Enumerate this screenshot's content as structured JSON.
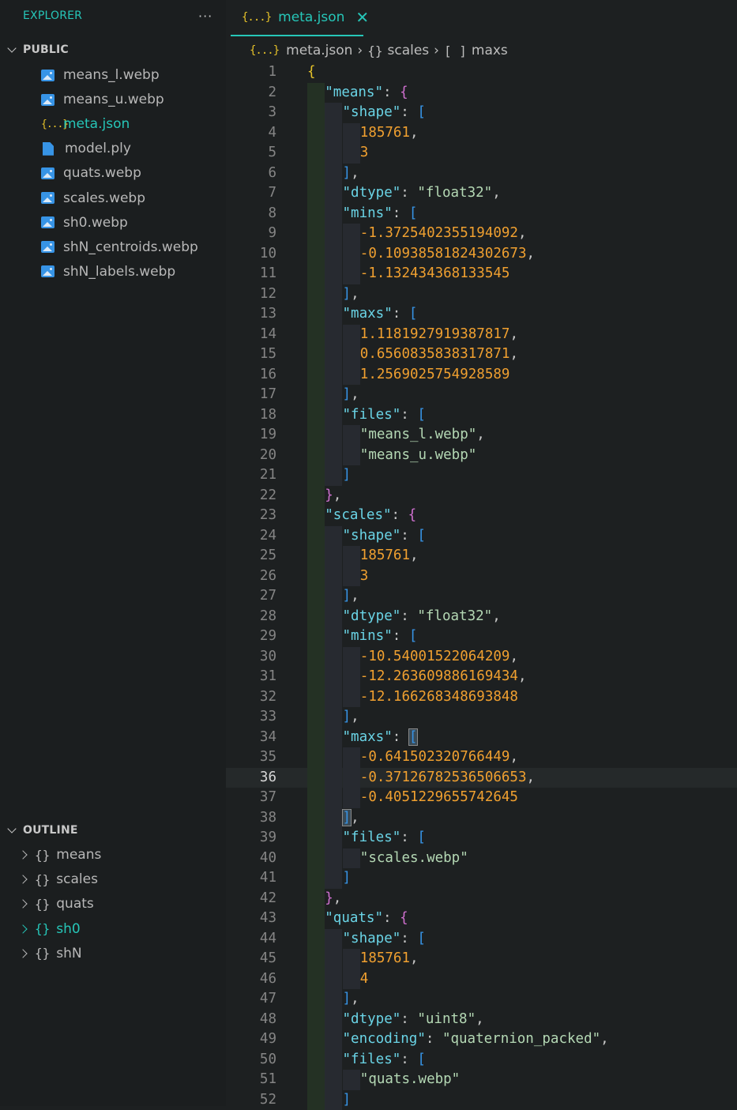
{
  "sidebar": {
    "title": "EXPLORER",
    "more": "···",
    "folder": "PUBLIC",
    "files": [
      {
        "name": "means_l.webp",
        "icon": "image-icon"
      },
      {
        "name": "means_u.webp",
        "icon": "image-icon"
      },
      {
        "name": "meta.json",
        "icon": "json-icon",
        "active": true
      },
      {
        "name": "model.ply",
        "icon": "file-icon"
      },
      {
        "name": "quats.webp",
        "icon": "image-icon"
      },
      {
        "name": "scales.webp",
        "icon": "image-icon"
      },
      {
        "name": "sh0.webp",
        "icon": "image-icon"
      },
      {
        "name": "shN_centroids.webp",
        "icon": "image-icon"
      },
      {
        "name": "shN_labels.webp",
        "icon": "image-icon"
      }
    ],
    "outline_title": "OUTLINE",
    "outline": [
      {
        "name": "means"
      },
      {
        "name": "scales"
      },
      {
        "name": "quats"
      },
      {
        "name": "sh0",
        "active": true
      },
      {
        "name": "shN"
      }
    ]
  },
  "tab": {
    "label": "meta.json",
    "close": "✕"
  },
  "breadcrumb": {
    "file": "meta.json",
    "sym1": "{}",
    "item1": "scales",
    "sym2": "[ ]",
    "item2": "maxs"
  },
  "editor": {
    "current_line": 36,
    "lines": [
      [
        [
          "{",
          "b1"
        ]
      ],
      [
        [
          "\"means\"",
          "key"
        ],
        [
          ": ",
          "p"
        ],
        [
          "{",
          "b2"
        ]
      ],
      [
        [
          "\"shape\"",
          "key"
        ],
        [
          ": ",
          "p"
        ],
        [
          "[",
          "b3"
        ]
      ],
      [
        [
          "185761",
          "num"
        ],
        [
          ",",
          "p"
        ]
      ],
      [
        [
          "3",
          "num"
        ]
      ],
      [
        [
          "]",
          "b3"
        ],
        [
          ",",
          "p"
        ]
      ],
      [
        [
          "\"dtype\"",
          "key"
        ],
        [
          ": ",
          "p"
        ],
        [
          "\"float32\"",
          "str"
        ],
        [
          ",",
          "p"
        ]
      ],
      [
        [
          "\"mins\"",
          "key"
        ],
        [
          ": ",
          "p"
        ],
        [
          "[",
          "b3"
        ]
      ],
      [
        [
          "-1.3725402355194092",
          "num"
        ],
        [
          ",",
          "p"
        ]
      ],
      [
        [
          "-0.10938581824302673",
          "num"
        ],
        [
          ",",
          "p"
        ]
      ],
      [
        [
          "-1.132434368133545",
          "num"
        ]
      ],
      [
        [
          "]",
          "b3"
        ],
        [
          ",",
          "p"
        ]
      ],
      [
        [
          "\"maxs\"",
          "key"
        ],
        [
          ": ",
          "p"
        ],
        [
          "[",
          "b3"
        ]
      ],
      [
        [
          "1.1181927919387817",
          "num"
        ],
        [
          ",",
          "p"
        ]
      ],
      [
        [
          "0.6560835838317871",
          "num"
        ],
        [
          ",",
          "p"
        ]
      ],
      [
        [
          "1.2569025754928589",
          "num"
        ]
      ],
      [
        [
          "]",
          "b3"
        ],
        [
          ",",
          "p"
        ]
      ],
      [
        [
          "\"files\"",
          "key"
        ],
        [
          ": ",
          "p"
        ],
        [
          "[",
          "b3"
        ]
      ],
      [
        [
          "\"means_l.webp\"",
          "str"
        ],
        [
          ",",
          "p"
        ]
      ],
      [
        [
          "\"means_u.webp\"",
          "str"
        ]
      ],
      [
        [
          "]",
          "b3"
        ]
      ],
      [
        [
          "}",
          "b2"
        ],
        [
          ",",
          "p"
        ]
      ],
      [
        [
          "\"scales\"",
          "key"
        ],
        [
          ": ",
          "p"
        ],
        [
          "{",
          "b2"
        ]
      ],
      [
        [
          "\"shape\"",
          "key"
        ],
        [
          ": ",
          "p"
        ],
        [
          "[",
          "b3"
        ]
      ],
      [
        [
          "185761",
          "num"
        ],
        [
          ",",
          "p"
        ]
      ],
      [
        [
          "3",
          "num"
        ]
      ],
      [
        [
          "]",
          "b3"
        ],
        [
          ",",
          "p"
        ]
      ],
      [
        [
          "\"dtype\"",
          "key"
        ],
        [
          ": ",
          "p"
        ],
        [
          "\"float32\"",
          "str"
        ],
        [
          ",",
          "p"
        ]
      ],
      [
        [
          "\"mins\"",
          "key"
        ],
        [
          ": ",
          "p"
        ],
        [
          "[",
          "b3"
        ]
      ],
      [
        [
          "-10.54001522064209",
          "num"
        ],
        [
          ",",
          "p"
        ]
      ],
      [
        [
          "-12.263609886169434",
          "num"
        ],
        [
          ",",
          "p"
        ]
      ],
      [
        [
          "-12.166268348693848",
          "num"
        ]
      ],
      [
        [
          "]",
          "b3"
        ],
        [
          ",",
          "p"
        ]
      ],
      [
        [
          "\"maxs\"",
          "key"
        ],
        [
          ": ",
          "p"
        ],
        [
          "[",
          "b3m"
        ]
      ],
      [
        [
          "-0.641502320766449",
          "num"
        ],
        [
          ",",
          "p"
        ]
      ],
      [
        [
          "-0.37126782536506653",
          "num"
        ],
        [
          ",",
          "p"
        ]
      ],
      [
        [
          "-0.4051229655742645",
          "num"
        ]
      ],
      [
        [
          "]",
          "b3m"
        ],
        [
          ",",
          "p"
        ]
      ],
      [
        [
          "\"files\"",
          "key"
        ],
        [
          ": ",
          "p"
        ],
        [
          "[",
          "b3"
        ]
      ],
      [
        [
          "\"scales.webp\"",
          "str"
        ]
      ],
      [
        [
          "]",
          "b3"
        ]
      ],
      [
        [
          "}",
          "b2"
        ],
        [
          ",",
          "p"
        ]
      ],
      [
        [
          "\"quats\"",
          "key"
        ],
        [
          ": ",
          "p"
        ],
        [
          "{",
          "b2"
        ]
      ],
      [
        [
          "\"shape\"",
          "key"
        ],
        [
          ": ",
          "p"
        ],
        [
          "[",
          "b3"
        ]
      ],
      [
        [
          "185761",
          "num"
        ],
        [
          ",",
          "p"
        ]
      ],
      [
        [
          "4",
          "num"
        ]
      ],
      [
        [
          "]",
          "b3"
        ],
        [
          ",",
          "p"
        ]
      ],
      [
        [
          "\"dtype\"",
          "key"
        ],
        [
          ": ",
          "p"
        ],
        [
          "\"uint8\"",
          "str"
        ],
        [
          ",",
          "p"
        ]
      ],
      [
        [
          "\"encoding\"",
          "key"
        ],
        [
          ": ",
          "p"
        ],
        [
          "\"quaternion_packed\"",
          "str"
        ],
        [
          ",",
          "p"
        ]
      ],
      [
        [
          "\"files\"",
          "key"
        ],
        [
          ": ",
          "p"
        ],
        [
          "[",
          "b3"
        ]
      ],
      [
        [
          "\"quats.webp\"",
          "str"
        ]
      ],
      [
        [
          "]",
          "b3"
        ]
      ]
    ],
    "indents": [
      0,
      1,
      2,
      3,
      3,
      2,
      2,
      2,
      3,
      3,
      3,
      2,
      2,
      3,
      3,
      3,
      2,
      2,
      3,
      3,
      2,
      1,
      1,
      2,
      3,
      3,
      2,
      2,
      2,
      3,
      3,
      3,
      2,
      2,
      3,
      3,
      3,
      2,
      2,
      3,
      2,
      1,
      1,
      2,
      3,
      3,
      2,
      2,
      2,
      2,
      3,
      2
    ]
  }
}
